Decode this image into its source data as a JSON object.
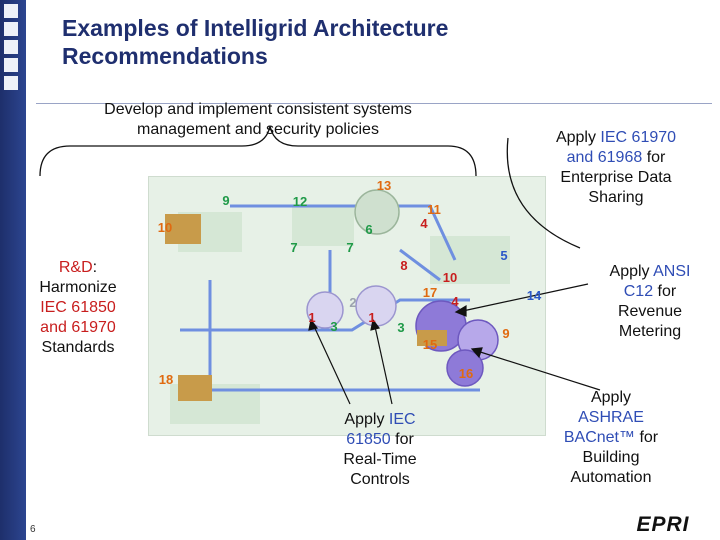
{
  "slide": {
    "title_line1": "Examples of Intelligrid Architecture",
    "title_line2": "Recommendations",
    "page_number": "6",
    "logo_text": "EPRI"
  },
  "notes": {
    "top_center_line1": "Develop and implement consistent systems",
    "top_center_line2": "management and security policies",
    "top_right": {
      "pre": "Apply ",
      "code1": "IEC 61970",
      "mid": "and 61968",
      "l3": " for",
      "l4": "Enterprise Data",
      "l5": "Sharing"
    },
    "left": {
      "l1": "R&D",
      "l1b": ":",
      "l2": "Harmonize",
      "l3": "IEC 61850",
      "l4": "and 61970",
      "l5": "Standards"
    },
    "right_mid": {
      "pre": "Apply ",
      "code1": "ANSI",
      "code2": "C12",
      "l2b": "  for",
      "l3": "Revenue",
      "l4": "Metering"
    },
    "bottom_center": {
      "pre": "Apply ",
      "code1": "IEC",
      "code2": "61850",
      "l2b": " for",
      "l3": "Real-Time",
      "l4": "Controls"
    },
    "bottom_right": {
      "l1": "Apply",
      "code1": "ASHRAE",
      "code2": "BACnet™",
      "l3b": " for",
      "l4": "Building",
      "l5": "Automation"
    }
  },
  "diagram_numbers": [
    "9",
    "12",
    "13",
    "11",
    "10",
    "4",
    "6",
    "7",
    "7",
    "5",
    "8",
    "10",
    "17",
    "4",
    "14",
    "1",
    "2",
    "1",
    "3",
    "3",
    "9",
    "15",
    "16",
    "18"
  ],
  "colors": {
    "title": "#1f2f6f",
    "highlight_blue": "#2f4db5",
    "red": "#c81e1e",
    "badge_green": "#1f9a48",
    "badge_orange": "#e06a10",
    "badge_blue": "#2a58c8",
    "badge_gray": "#9ca3af",
    "badge_red": "#c81e1e",
    "node_purple": "#8e7ad8",
    "diagram_bg": "#e7f1e7"
  }
}
